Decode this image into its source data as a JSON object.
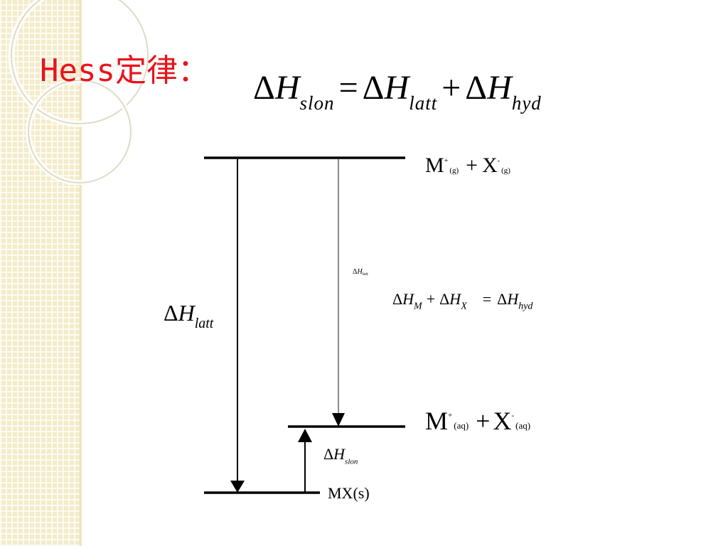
{
  "title": "Hess定律：",
  "main_equation": {
    "delta": "Δ",
    "H": "H",
    "sub_left": "slon",
    "equals": "=",
    "sub_mid": "latt",
    "plus": "+",
    "sub_right": "hyd"
  },
  "levels": {
    "gas": {
      "M": "M",
      "sup_m": "+",
      "sub_m": "(g)",
      "plus": "+",
      "X": "X",
      "sup_x": "-",
      "sub_x": "(g)"
    },
    "aq": {
      "M": "M",
      "sup_m": "+",
      "sub_m": "(aq)",
      "plus": "+",
      "X": "X",
      "sup_x": "-",
      "sub_x": "(aq)"
    },
    "solid": "MX(s)"
  },
  "arrows": {
    "latt_left": {
      "delta": "Δ",
      "H": "H",
      "sub": "latt"
    },
    "latt_small": {
      "delta": "Δ",
      "H": "H",
      "sub": "latt"
    },
    "slon": {
      "delta": "Δ",
      "H": "H",
      "sub": "slon"
    }
  },
  "hyd_equation": {
    "delta": "Δ",
    "H": "H",
    "sub_m": "M",
    "plus": "+",
    "sub_x": "X",
    "equals": "=",
    "sub_hyd": "hyd"
  },
  "colors": {
    "title": "#e8141c",
    "lines": "#000000",
    "gray_arrow": "#8c8c8c",
    "sidebar": "#f3ebc9"
  }
}
